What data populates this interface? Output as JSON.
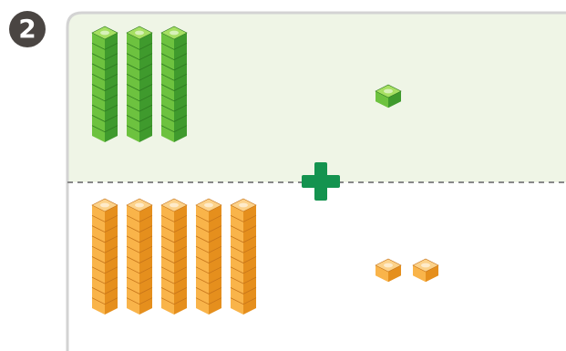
{
  "problem": {
    "number": "2"
  },
  "top_group": {
    "color": "green",
    "tens_rods": 3,
    "ones_cubes": 1
  },
  "bottom_group": {
    "color": "orange",
    "tens_rods": 5,
    "ones_cubes": 2
  },
  "operator": {
    "symbol": "plus",
    "color": "#14934f"
  },
  "colors": {
    "green_front": "#6dc23f",
    "green_side": "#3f9a2d",
    "green_top": "#a6df62",
    "green_line": "#2e7a20",
    "orange_front": "#f9b44a",
    "orange_side": "#e58f1d",
    "orange_top": "#fcd28a",
    "orange_line": "#c6741a",
    "panel_top_bg": "#eff5e6",
    "panel_border": "#d3d3d3",
    "divider": "#888888"
  }
}
